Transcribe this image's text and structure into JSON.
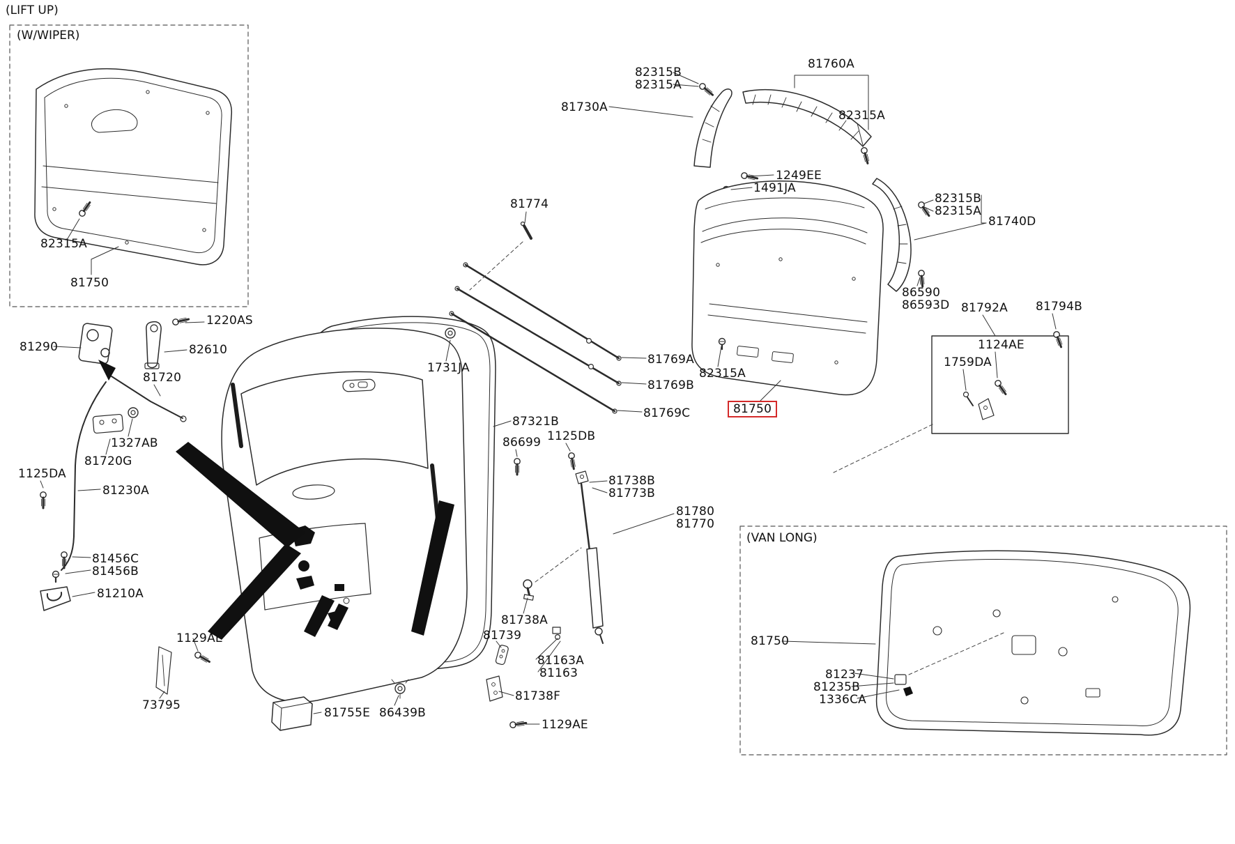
{
  "notes": {
    "lift_up": "(LIFT UP)",
    "w_wiper": "(W/WIPER)",
    "van_long": "(VAN LONG)"
  },
  "highlight": {
    "part": "81750",
    "color": "#d42a2a"
  },
  "labels": {
    "wwiper_82315A": "82315A",
    "wwiper_81750": "81750",
    "latch_1220AS": "1220AS",
    "latch_81290": "81290",
    "latch_82610": "82610",
    "latch_81720": "81720",
    "latch_1327AB": "1327AB",
    "latch_81720G": "81720G",
    "latch_1125DA": "1125DA",
    "latch_81230A": "81230A",
    "latch_81456C": "81456C",
    "latch_81456B": "81456B",
    "latch_81210A": "81210A",
    "latch_1129AE": "1129AE",
    "latch_73795": "73795",
    "door_81755E": "81755E",
    "door_86439B": "86439B",
    "door_1731JA": "1731JA",
    "door_81774": "81774",
    "door_87321B": "87321B",
    "door_86699": "86699",
    "door_1125DB": "1125DB",
    "rod_81769A": "81769A",
    "rod_81769B": "81769B",
    "rod_81769C": "81769C",
    "strut_81738B": "81738B",
    "strut_81773B": "81773B",
    "strut_81780": "81780",
    "strut_81770": "81770",
    "strut_81738A": "81738A",
    "strut_81739": "81739",
    "strut_81163A": "81163A",
    "strut_81163": "81163",
    "strut_81738F": "81738F",
    "strut_1129AE": "1129AE",
    "trim_82315B_a": "82315B",
    "trim_82315A_a": "82315A",
    "trim_81730A": "81730A",
    "trim_81760A": "81760A",
    "trim_82315A_b": "82315A",
    "trim_1249EE": "1249EE",
    "trim_1491JA": "1491JA",
    "trim_82315B_b": "82315B",
    "trim_82315A_c": "82315A",
    "trim_81740D": "81740D",
    "trim_86590": "86590",
    "trim_86593D": "86593D",
    "trim_81792A": "81792A",
    "trim_81794B": "81794B",
    "trim_1124AE": "1124AE",
    "trim_1759DA": "1759DA",
    "trim_82315A_d": "82315A",
    "trim_81750_selected": "81750",
    "vanlong_81750": "81750",
    "vanlong_81237": "81237",
    "vanlong_81235B": "81235B",
    "vanlong_1336CA": "1336CA"
  }
}
